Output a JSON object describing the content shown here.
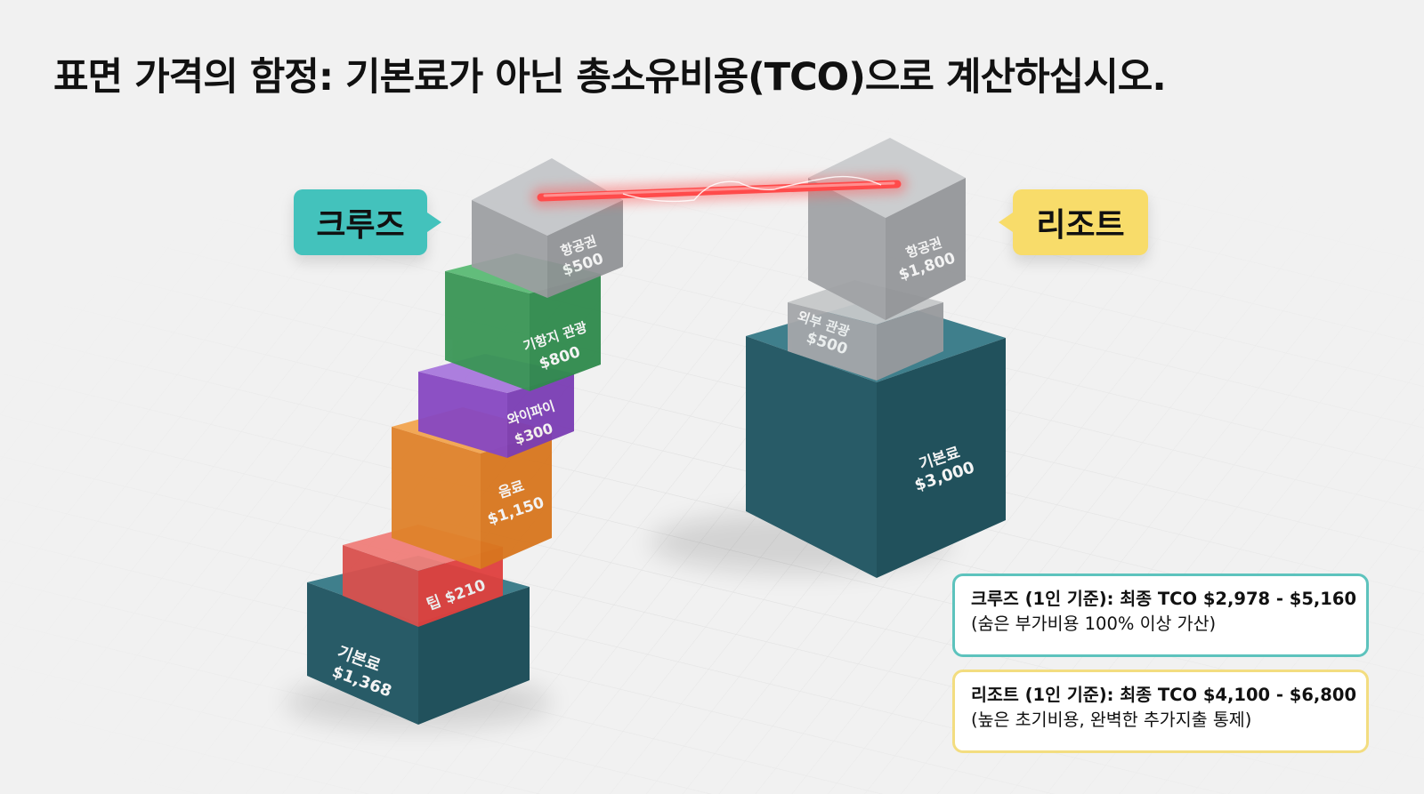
{
  "title": "표면 가격의 함정: 기본료가 아닌 총소유비용(TCO)으로 계산하십시오.",
  "tags": {
    "cruise": "크루즈",
    "resort": "리조트"
  },
  "cruise_stack": [
    {
      "label": "기본료",
      "value": "$1,368",
      "color": "#2e6674"
    },
    {
      "label": "팁",
      "value": "$210",
      "color": "#e85a57"
    },
    {
      "label": "음료",
      "value": "$1,150",
      "color": "#e98b2a"
    },
    {
      "label": "와이파이",
      "value": "$300",
      "color": "#8e4fc6"
    },
    {
      "label": "기항지 관광",
      "value": "$800",
      "color": "#3f9e5c"
    },
    {
      "label": "항공권",
      "value": "$500",
      "color": "#9a9c9f"
    }
  ],
  "resort_stack": [
    {
      "label": "기본료",
      "value": "$3,000",
      "color": "#2e6674"
    },
    {
      "label": "외부 관광",
      "value": "$500",
      "color": "#a9abae"
    },
    {
      "label": "항공권",
      "value": "$1,800",
      "color": "#9a9c9f"
    }
  ],
  "block_labels": {
    "cruise_base": "기본료",
    "cruise_base_val": "$1,368",
    "cruise_tip": "팁 $210",
    "cruise_drink": "음료",
    "cruise_drink_val": "$1,150",
    "cruise_wifi": "와이파이",
    "cruise_wifi_val": "$300",
    "cruise_shore": "기항지 관광",
    "cruise_shore_val": "$800",
    "cruise_flight": "항공권",
    "cruise_flight_val": "$500",
    "resort_base": "기본료",
    "resort_base_val": "$3,000",
    "resort_tour": "외부 관광",
    "resort_tour_val": "$500",
    "resort_flight": "항공권",
    "resort_flight_val": "$1,800"
  },
  "tco": {
    "cruise": {
      "main": "크루즈 (1인 기준): 최종 TCO $2,978 - $5,160",
      "sub": "(숨은 부가비용 100% 이상 가산)"
    },
    "resort": {
      "main": "리조트 (1인 기준): 최종 TCO $4,100 - $6,800",
      "sub": "(높은 초기비용, 완벽한 추가지출 통제)"
    }
  },
  "colors": {
    "cruise_accent": "#43c2bc",
    "resort_accent": "#f8dc6a",
    "laser": "#ff4b4b",
    "base_teal": "#2e6674"
  }
}
